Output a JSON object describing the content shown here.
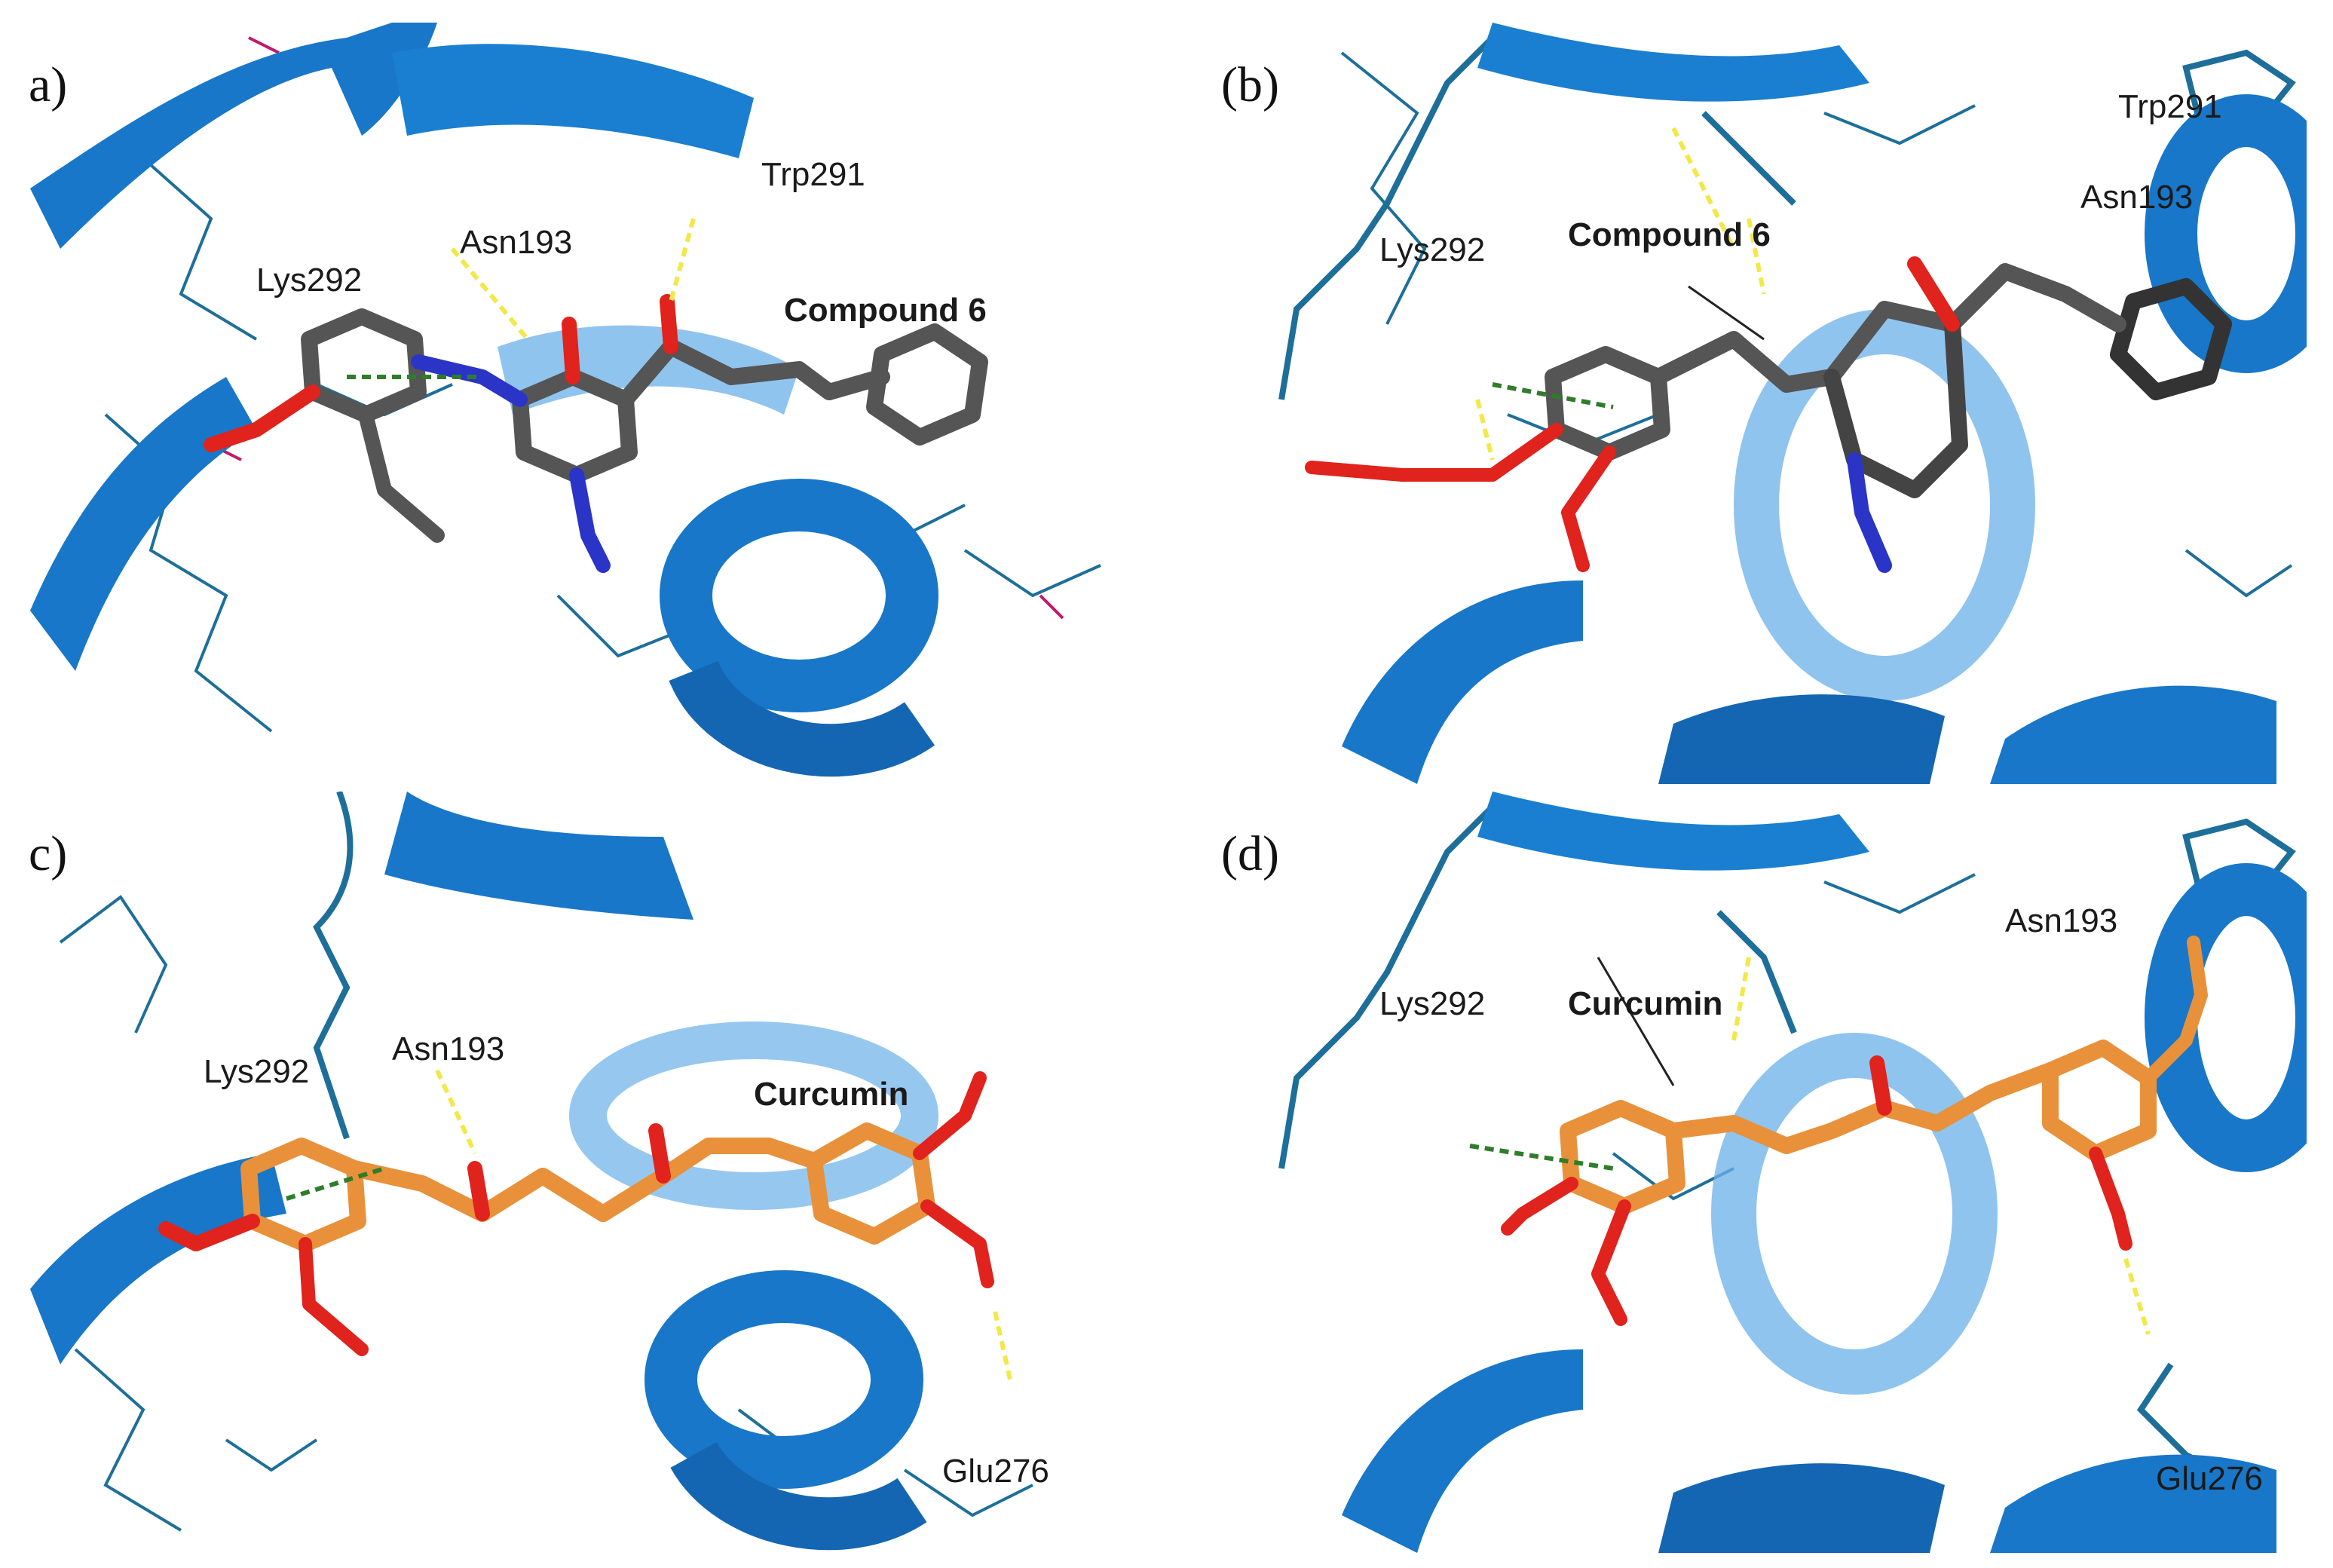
{
  "figure": {
    "panels": [
      {
        "letter": "(a)",
        "ligand_name": "Compound 6",
        "residues": {
          "trp": "Trp291",
          "asn": "Asn193",
          "lys": "Lys292"
        }
      },
      {
        "letter": "(b)",
        "ligand_name": "Compound 6",
        "residues": {
          "trp": "Trp291",
          "asn": "Asn193",
          "lys": "Lys292"
        }
      },
      {
        "letter": "(c)",
        "ligand_name": "Curcumin",
        "residues": {
          "asn": "Asn193",
          "lys": "Lys292",
          "glu": "Glu276"
        }
      },
      {
        "letter": "(d)",
        "ligand_name": "Curcumin",
        "residues": {
          "asn": "Asn193",
          "lys": "Lys292",
          "glu": "Glu276"
        }
      }
    ]
  },
  "colors": {
    "ribbon": "#1877c8",
    "ribbon_light": "#5aa7e6",
    "residue_line": "#1d6f9a",
    "compound6_carbon": "#555555",
    "curcumin_carbon": "#e8913a",
    "oxygen": "#e0231c",
    "nitrogen": "#2a35c8",
    "hbond": "#f2e84a",
    "pi_cation": "#2f7d2a",
    "hydrogen": "#ffffff"
  }
}
